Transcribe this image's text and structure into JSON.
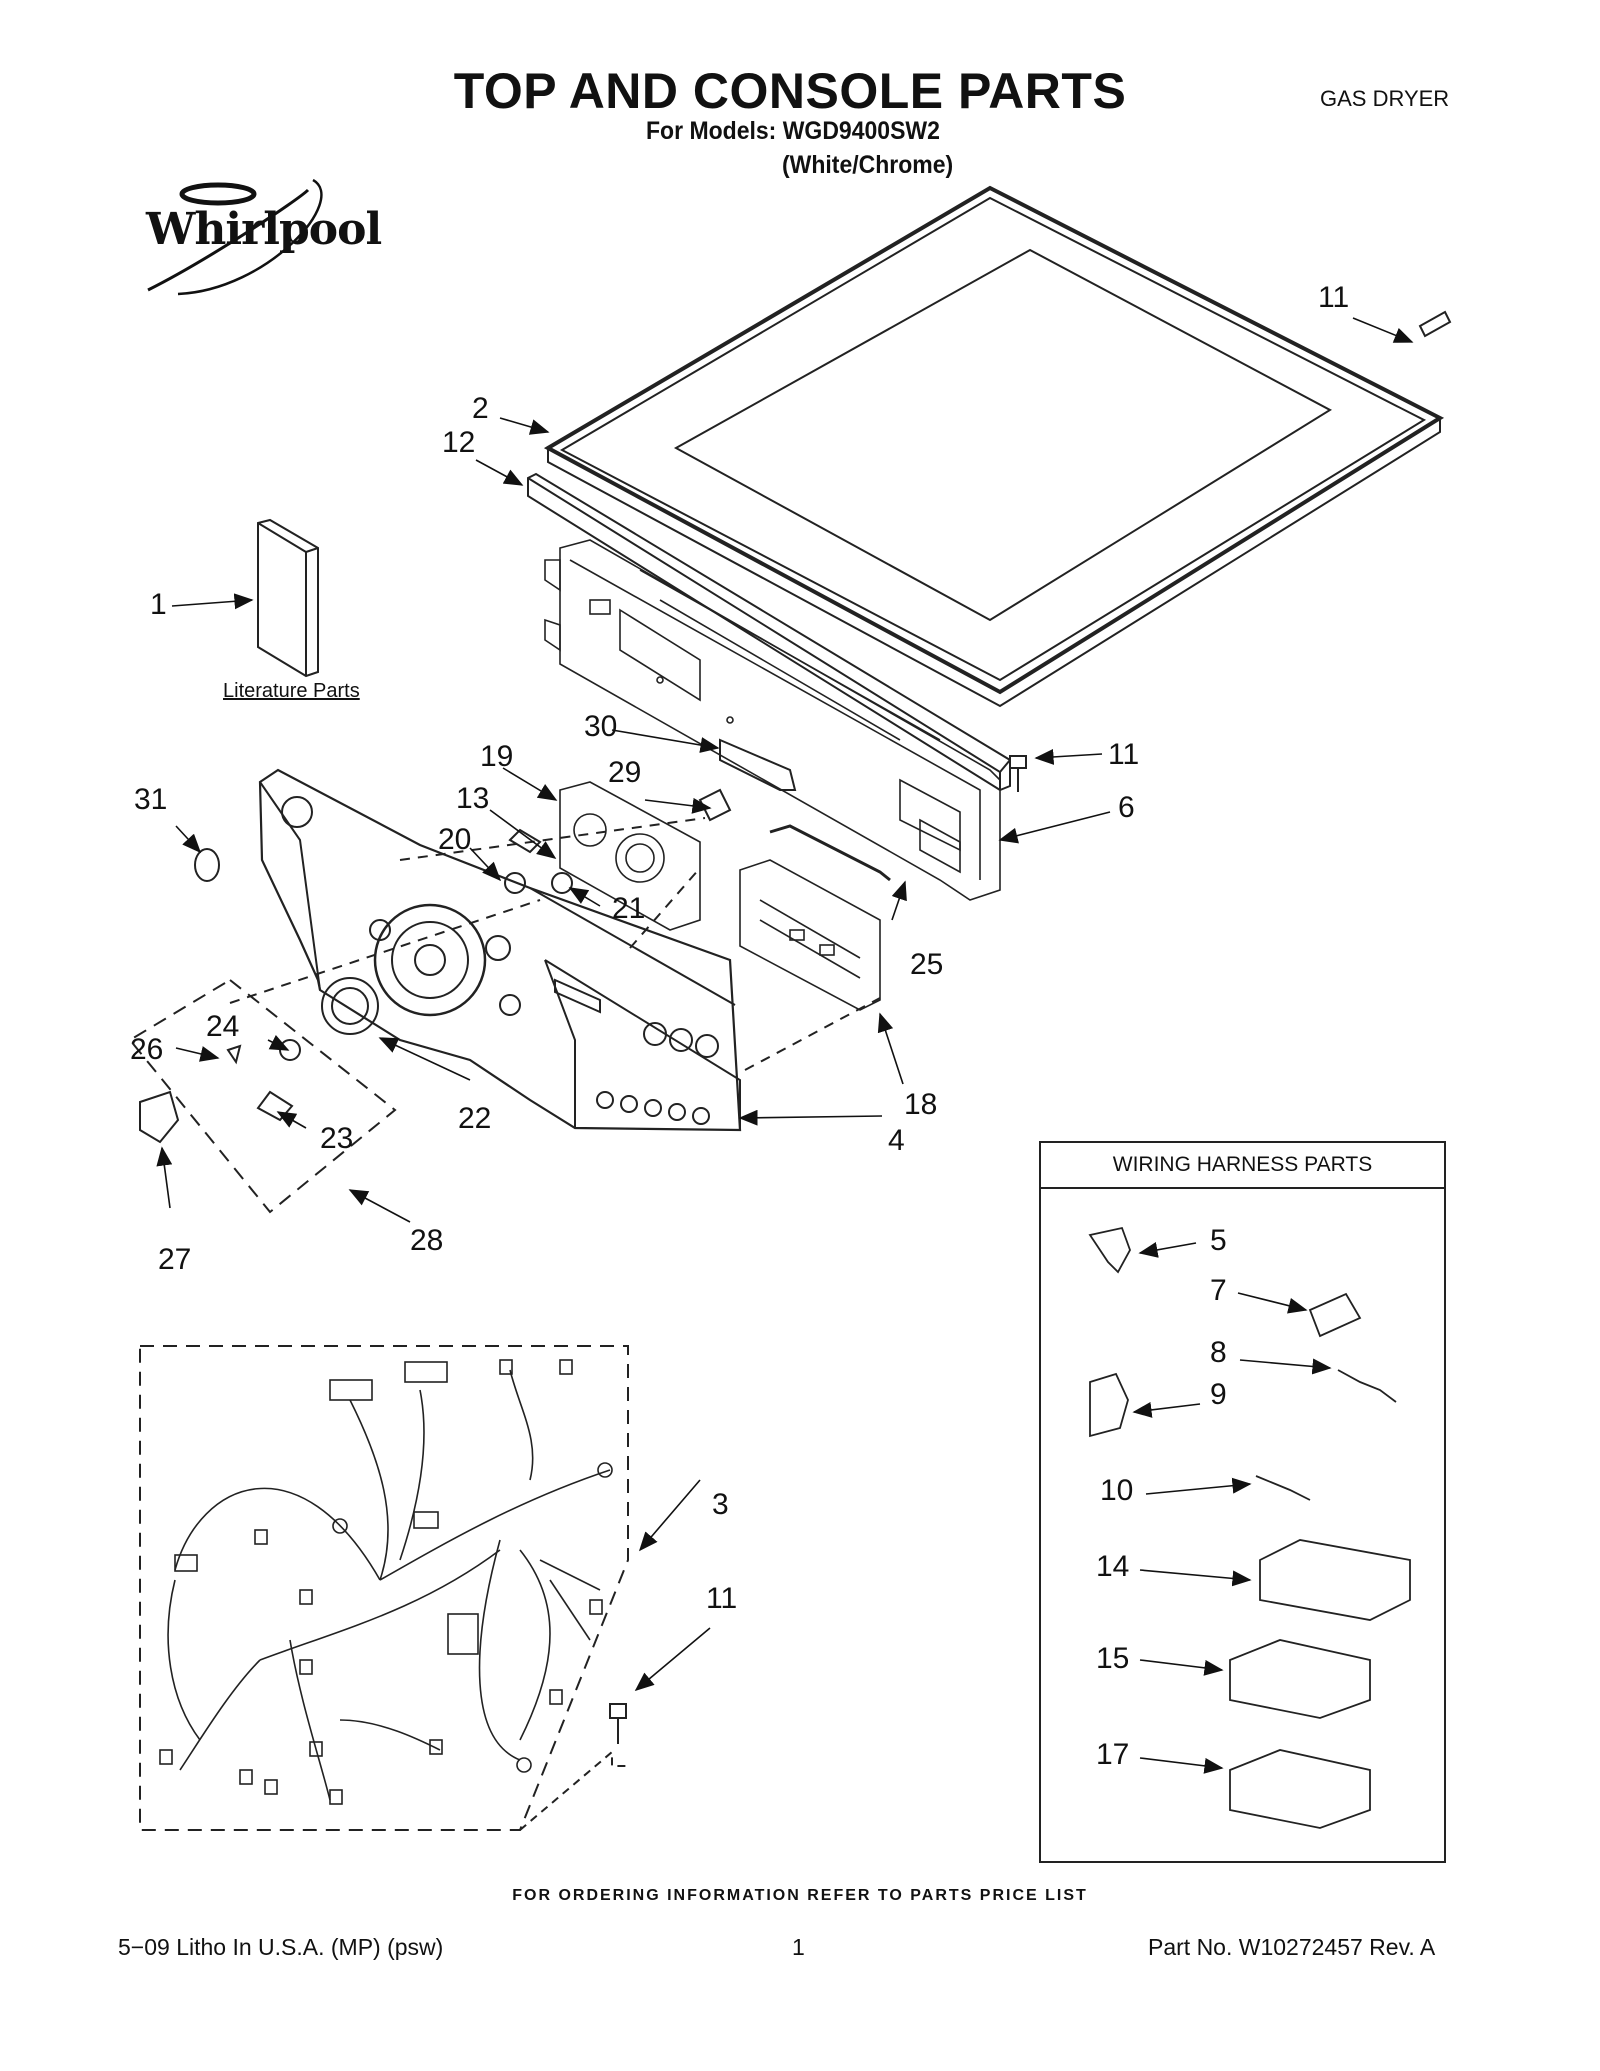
{
  "header": {
    "title": "TOP AND CONSOLE PARTS",
    "model_line": "For Models: WGD9400SW2",
    "color_line": "(White/Chrome)",
    "appliance_type": "GAS DRYER",
    "brand": "Whirlpool"
  },
  "literature_label": "Literature Parts",
  "harness_box_title": "WIRING HARNESS PARTS",
  "callouts": {
    "c1": "1",
    "c2": "2",
    "c3": "3",
    "c4": "4",
    "c5": "5",
    "c6": "6",
    "c7": "7",
    "c8": "8",
    "c9": "9",
    "c10": "10",
    "c11a": "11",
    "c11b": "11",
    "c11c": "11",
    "c12": "12",
    "c13": "13",
    "c14": "14",
    "c15": "15",
    "c17": "17",
    "c18": "18",
    "c19": "19",
    "c20": "20",
    "c21": "21",
    "c22": "22",
    "c23": "23",
    "c24": "24",
    "c25": "25",
    "c26": "26",
    "c27": "27",
    "c28": "28",
    "c29": "29",
    "c30": "30",
    "c31": "31"
  },
  "footer": {
    "note": "FOR ORDERING INFORMATION REFER TO PARTS PRICE LIST",
    "left": "5−09 Litho In U.S.A. (MP) (psw)",
    "page": "1",
    "part_no": "Part No. W10272457 Rev. A"
  }
}
